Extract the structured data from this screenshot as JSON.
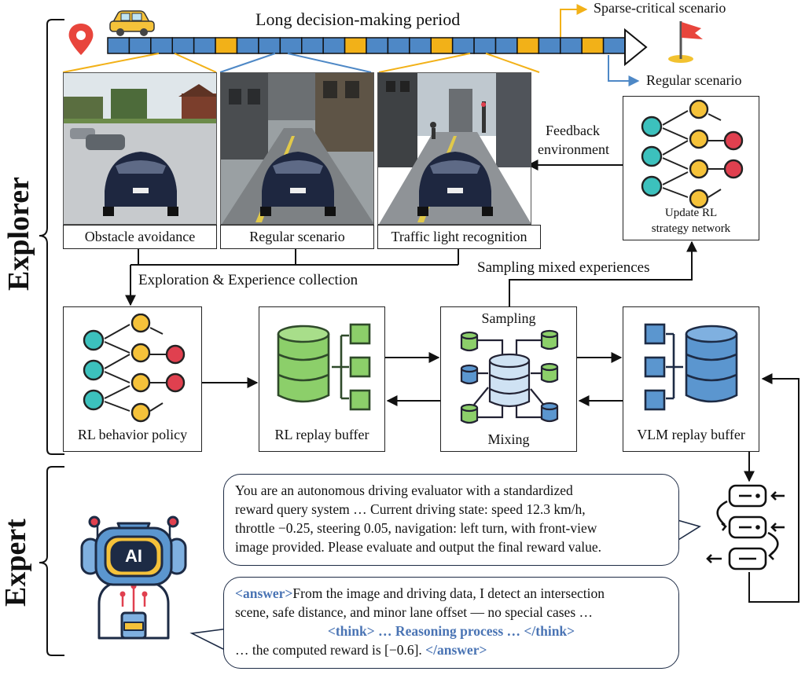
{
  "side_labels": {
    "explorer": "Explorer",
    "expert": "Expert"
  },
  "timeline": {
    "title": "Long decision-making period",
    "sparse_label": "Sparse-critical scenario",
    "regular_label": "Regular scenario",
    "cells": 24,
    "highlighted_cells": [
      5,
      11,
      15,
      19,
      22
    ]
  },
  "scenes": [
    {
      "caption": "Obstacle avoidance"
    },
    {
      "caption": "Regular scenario"
    },
    {
      "caption": "Traffic light recognition"
    }
  ],
  "feedback": {
    "line1": "Feedback",
    "line2": "environment"
  },
  "strategy_box": {
    "line1": "Update RL",
    "line2": "strategy network"
  },
  "flow": {
    "exploration": "Exploration & Experience collection",
    "sampling_mixed": "Sampling mixed experiences"
  },
  "modules": {
    "rl_policy": "RL behavior policy",
    "rl_buffer": "RL replay buffer",
    "sampling": "Sampling",
    "mixing": "Mixing",
    "vlm_buffer": "VLM replay buffer"
  },
  "robot": {
    "chip_text": "AI"
  },
  "query_bubble": {
    "lines": [
      "You are an autonomous driving evaluator with a standardized",
      "reward query system … Current driving state: speed 12.3 km/h,",
      "throttle −0.25, steering 0.05, navigation: left turn, with front-view",
      "image provided. Please evaluate and output the final reward value."
    ]
  },
  "answer_bubble": {
    "answer_open": "<answer>",
    "line1": "From the image and driving data, I detect an intersection",
    "line2": "scene, safe distance, and minor lane offset — no special cases …",
    "think_line": "<think> … Reasoning process … </think>",
    "line4": "… the computed reward is [−0.6]. ",
    "answer_close": "</answer>"
  },
  "colors": {
    "timeline_blue": "#4e88c6",
    "timeline_orange": "#f2b118",
    "teal": "#3cc1bd",
    "yellow": "#f5c23a",
    "red": "#e0404f",
    "green": "#8ccf6a",
    "db_blue": "#5b96cf",
    "text_blue": "#4a74b4"
  }
}
